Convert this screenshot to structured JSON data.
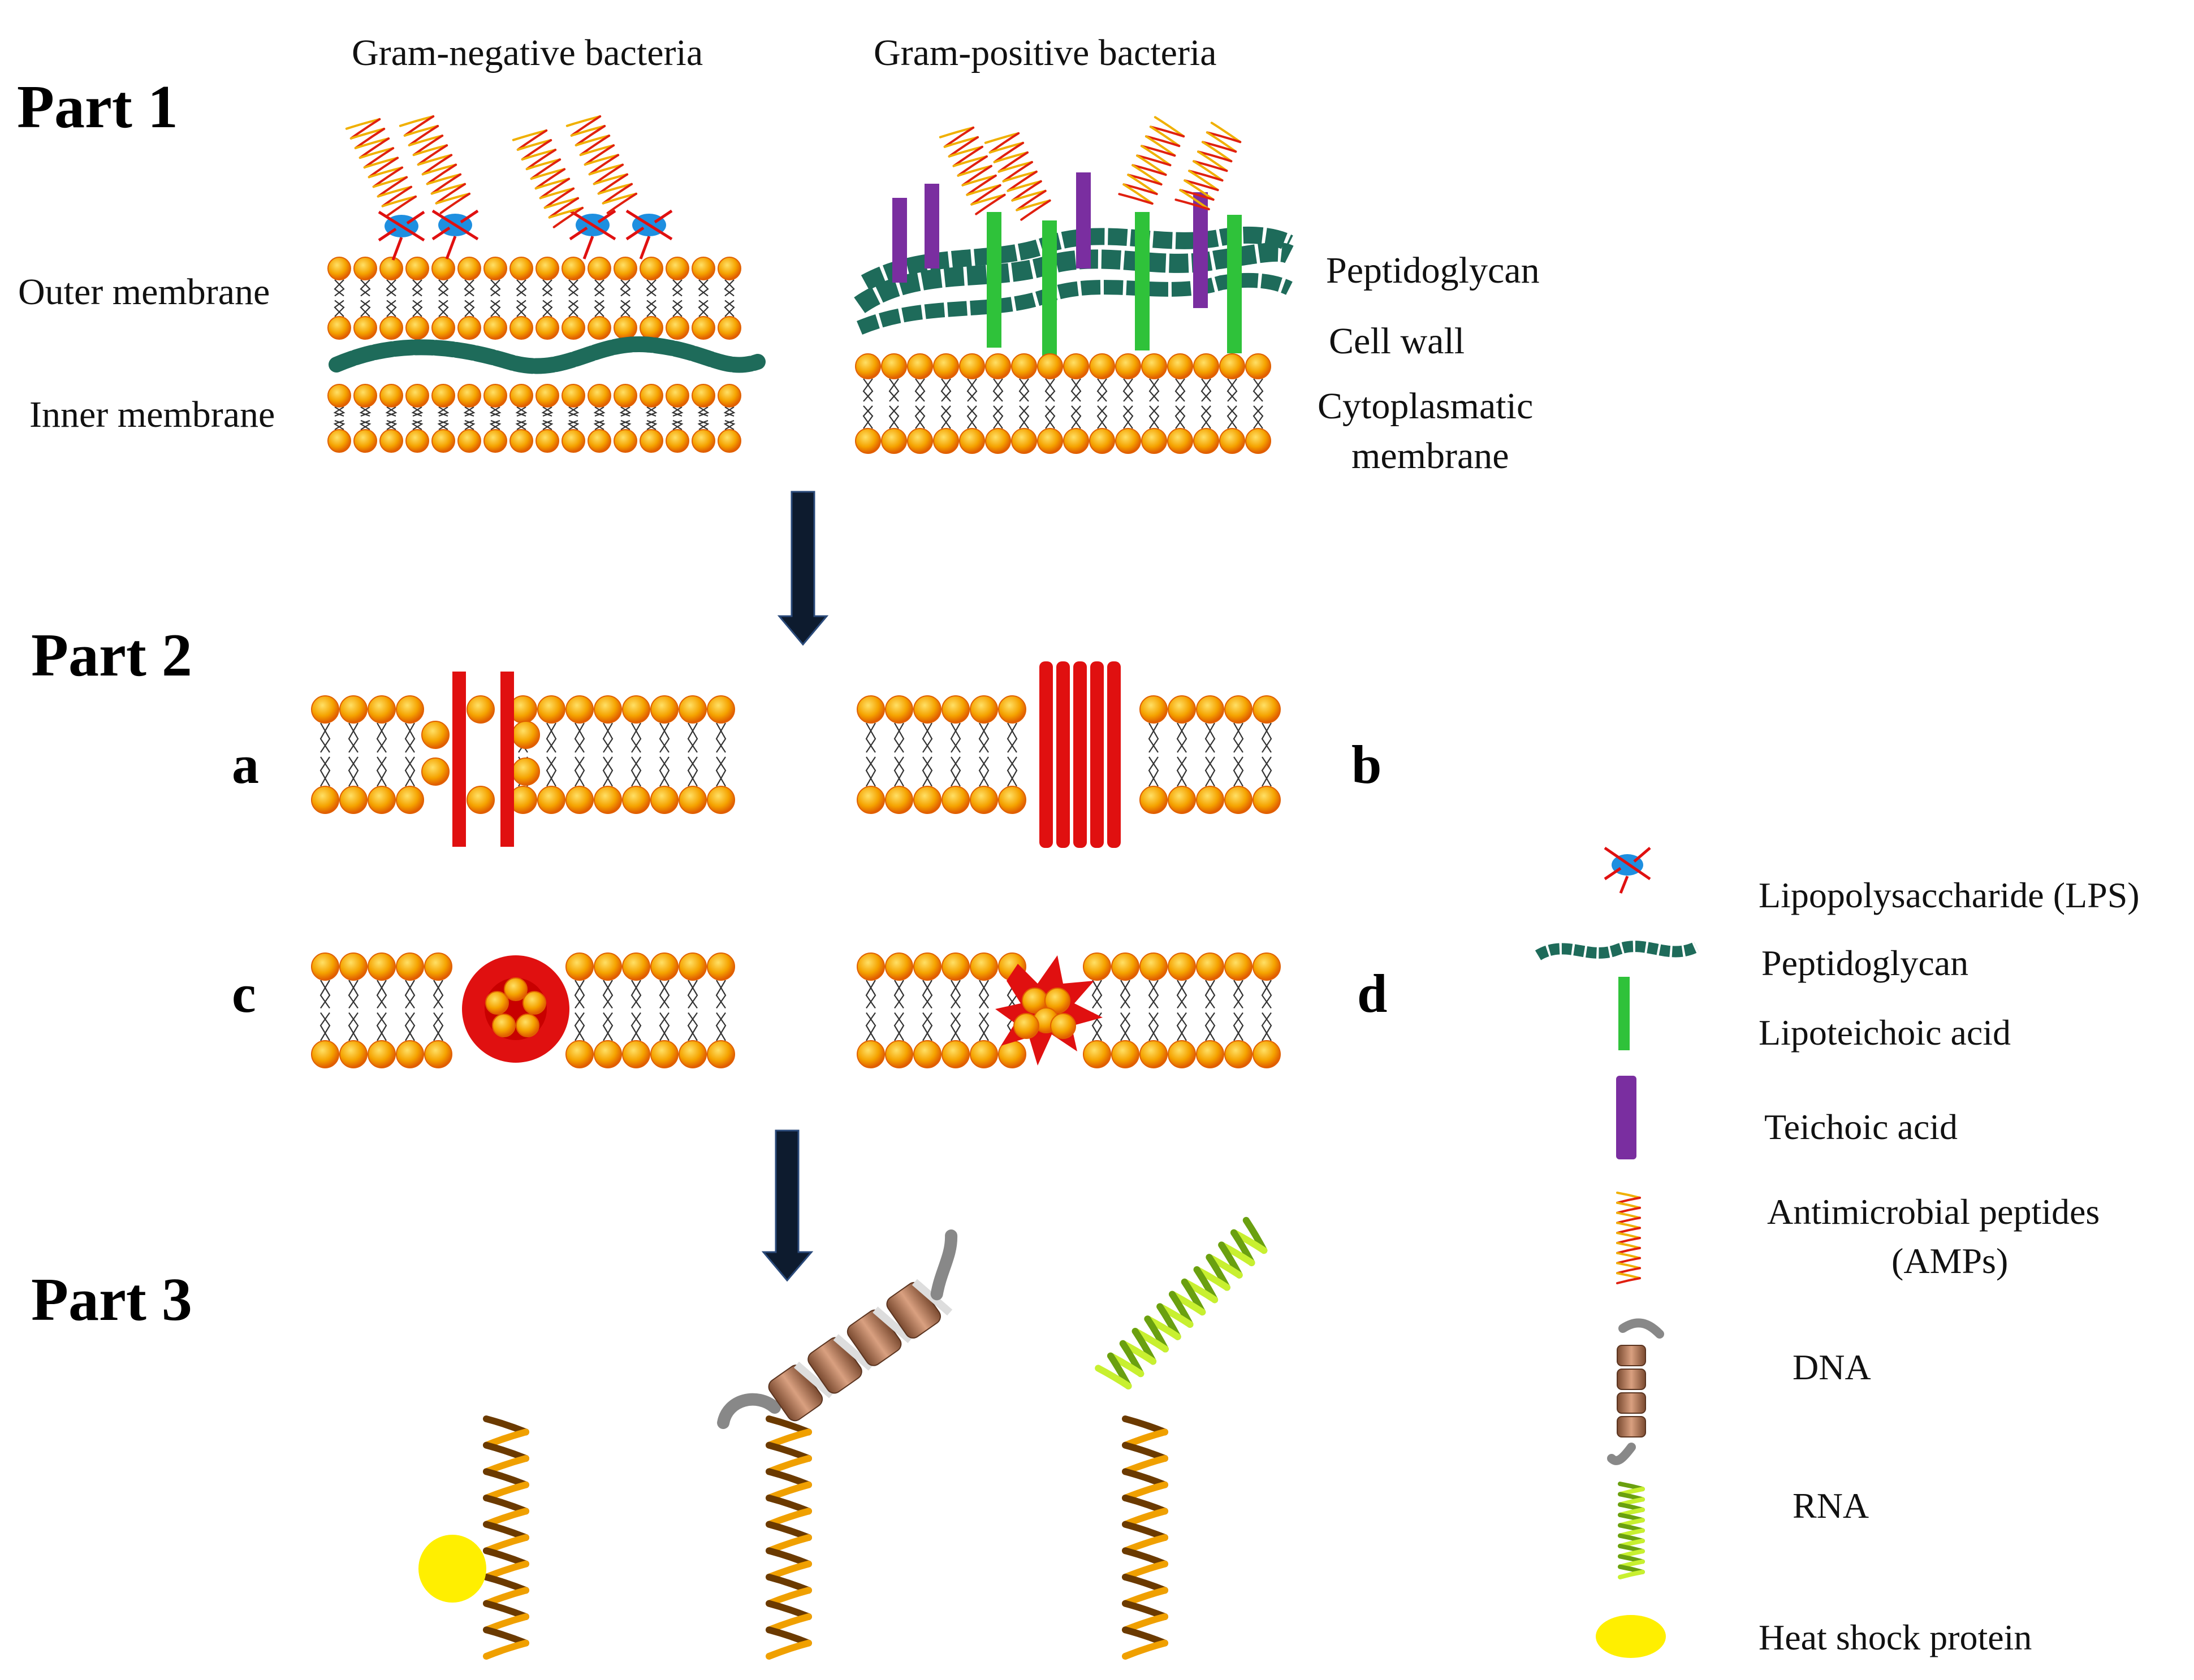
{
  "parts": {
    "part1": "Part 1",
    "part2": "Part 2",
    "part3": "Part 3"
  },
  "part1": {
    "gram_negative_title": "Gram-negative bacteria",
    "gram_positive_title": "Gram-positive bacteria",
    "outer_membrane": "Outer membrane",
    "inner_membrane": "Inner membrane",
    "peptidoglycan": "Peptidoglycan",
    "cell_wall": "Cell wall",
    "cytoplasmatic_line1": "Cytoplasmatic",
    "cytoplasmatic_line2": "membrane"
  },
  "part2": {
    "a": "a",
    "b": "b",
    "c": "c",
    "d": "d"
  },
  "legend": {
    "lps": "Lipopolysaccharide (LPS)",
    "peptidoglycan": "Peptidoglycan",
    "lipoteichoic": "Lipoteichoic acid",
    "teichoic": "Teichoic acid",
    "amps_line1": "Antimicrobial peptides",
    "amps_line2": "(AMPs)",
    "dna": "DNA",
    "rna": "RNA",
    "hsp": "Heat shock protein"
  },
  "colors": {
    "lipid_head": "#f5a300",
    "lipid_rim": "#e06000",
    "peptidoglycan": "#1e6b5a",
    "lipoteichoic": "#2fc23a",
    "teichoic": "#7a2ea0",
    "lps": "#1e8fe0",
    "amp_red": "#e02010",
    "pore_red": "#e01010",
    "dna": "#b07a5a",
    "rna": "#a6e01a",
    "hsp": "#ffef00",
    "arrow": "#0d1b2e"
  }
}
